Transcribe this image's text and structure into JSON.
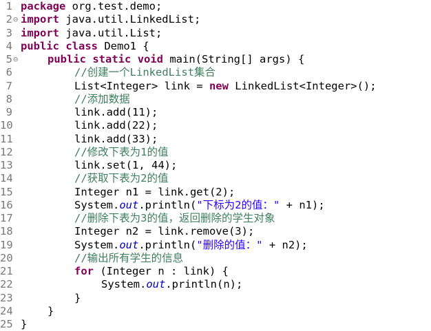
{
  "editor": {
    "fold_glyph": "⊖",
    "lines": [
      {
        "n": "1",
        "fold": "",
        "indent": 0,
        "tokens": [
          {
            "t": "kw",
            "v": "package"
          },
          {
            "t": "id",
            "v": " org.test.demo;"
          }
        ]
      },
      {
        "n": "2",
        "fold": "⊖",
        "indent": 0,
        "tokens": [
          {
            "t": "kw",
            "v": "import"
          },
          {
            "t": "id",
            "v": " java.util.LinkedList;"
          }
        ]
      },
      {
        "n": "3",
        "fold": "",
        "indent": 0,
        "tokens": [
          {
            "t": "kw",
            "v": "import"
          },
          {
            "t": "id",
            "v": " java.util.List;"
          }
        ]
      },
      {
        "n": "4",
        "fold": "",
        "indent": 0,
        "tokens": [
          {
            "t": "kw",
            "v": "public"
          },
          {
            "t": "id",
            "v": " "
          },
          {
            "t": "kw",
            "v": "class"
          },
          {
            "t": "id",
            "v": " Demo1 {"
          }
        ]
      },
      {
        "n": "5",
        "fold": "⊖",
        "indent": 1,
        "tokens": [
          {
            "t": "kw",
            "v": "public"
          },
          {
            "t": "id",
            "v": " "
          },
          {
            "t": "kw",
            "v": "static"
          },
          {
            "t": "id",
            "v": " "
          },
          {
            "t": "kw",
            "v": "void"
          },
          {
            "t": "id",
            "v": " main(String[] args) {"
          }
        ]
      },
      {
        "n": "6",
        "fold": "",
        "indent": 2,
        "tokens": [
          {
            "t": "cm",
            "v": "//创建一个LinkedList集合"
          }
        ]
      },
      {
        "n": "7",
        "fold": "",
        "indent": 2,
        "tokens": [
          {
            "t": "id",
            "v": "List<Integer> link = "
          },
          {
            "t": "kw",
            "v": "new"
          },
          {
            "t": "id",
            "v": " LinkedList<Integer>();"
          }
        ]
      },
      {
        "n": "8",
        "fold": "",
        "indent": 2,
        "tokens": [
          {
            "t": "cm",
            "v": "//添加数据"
          }
        ]
      },
      {
        "n": "9",
        "fold": "",
        "indent": 2,
        "tokens": [
          {
            "t": "id",
            "v": "link.add(11);"
          }
        ]
      },
      {
        "n": "10",
        "fold": "",
        "indent": 2,
        "tokens": [
          {
            "t": "id",
            "v": "link.add(22);"
          }
        ]
      },
      {
        "n": "11",
        "fold": "",
        "indent": 2,
        "tokens": [
          {
            "t": "id",
            "v": "link.add(33);"
          }
        ]
      },
      {
        "n": "12",
        "fold": "",
        "indent": 2,
        "tokens": [
          {
            "t": "cm",
            "v": "//修改下表为1的值"
          }
        ]
      },
      {
        "n": "13",
        "fold": "",
        "indent": 2,
        "tokens": [
          {
            "t": "id",
            "v": "link.set(1, 44);"
          }
        ]
      },
      {
        "n": "14",
        "fold": "",
        "indent": 2,
        "tokens": [
          {
            "t": "cm",
            "v": "//获取下表为2的值"
          }
        ]
      },
      {
        "n": "15",
        "fold": "",
        "indent": 2,
        "tokens": [
          {
            "t": "id",
            "v": "Integer n1 = link.get(2);"
          }
        ]
      },
      {
        "n": "16",
        "fold": "",
        "indent": 2,
        "tokens": [
          {
            "t": "id",
            "v": "System."
          },
          {
            "t": "fi",
            "v": "out"
          },
          {
            "t": "id",
            "v": ".println("
          },
          {
            "t": "st",
            "v": "\"下标为2的值：\""
          },
          {
            "t": "id",
            "v": " + n1);"
          }
        ]
      },
      {
        "n": "17",
        "fold": "",
        "indent": 2,
        "tokens": [
          {
            "t": "cm",
            "v": "//删除下表为3的值，返回删除的学生对象"
          }
        ]
      },
      {
        "n": "18",
        "fold": "",
        "indent": 2,
        "tokens": [
          {
            "t": "id",
            "v": "Integer n2 = link.remove(3);"
          }
        ]
      },
      {
        "n": "19",
        "fold": "",
        "indent": 2,
        "tokens": [
          {
            "t": "id",
            "v": "System."
          },
          {
            "t": "fi",
            "v": "out"
          },
          {
            "t": "id",
            "v": ".println("
          },
          {
            "t": "st",
            "v": "\"删除的值：\""
          },
          {
            "t": "id",
            "v": " + n2);"
          }
        ]
      },
      {
        "n": "20",
        "fold": "",
        "indent": 2,
        "tokens": [
          {
            "t": "cm",
            "v": "//输出所有学生的信息"
          }
        ]
      },
      {
        "n": "21",
        "fold": "",
        "indent": 2,
        "tokens": [
          {
            "t": "kw",
            "v": "for"
          },
          {
            "t": "id",
            "v": " (Integer n : link) {"
          }
        ]
      },
      {
        "n": "22",
        "fold": "",
        "indent": 3,
        "tokens": [
          {
            "t": "id",
            "v": "System."
          },
          {
            "t": "fi",
            "v": "out"
          },
          {
            "t": "id",
            "v": ".println(n);"
          }
        ]
      },
      {
        "n": "23",
        "fold": "",
        "indent": 2,
        "tokens": [
          {
            "t": "id",
            "v": "}"
          }
        ]
      },
      {
        "n": "24",
        "fold": "",
        "indent": 1,
        "tokens": [
          {
            "t": "id",
            "v": "}"
          }
        ]
      },
      {
        "n": "25",
        "fold": "",
        "indent": 0,
        "tokens": [
          {
            "t": "id",
            "v": "}"
          }
        ]
      }
    ]
  }
}
